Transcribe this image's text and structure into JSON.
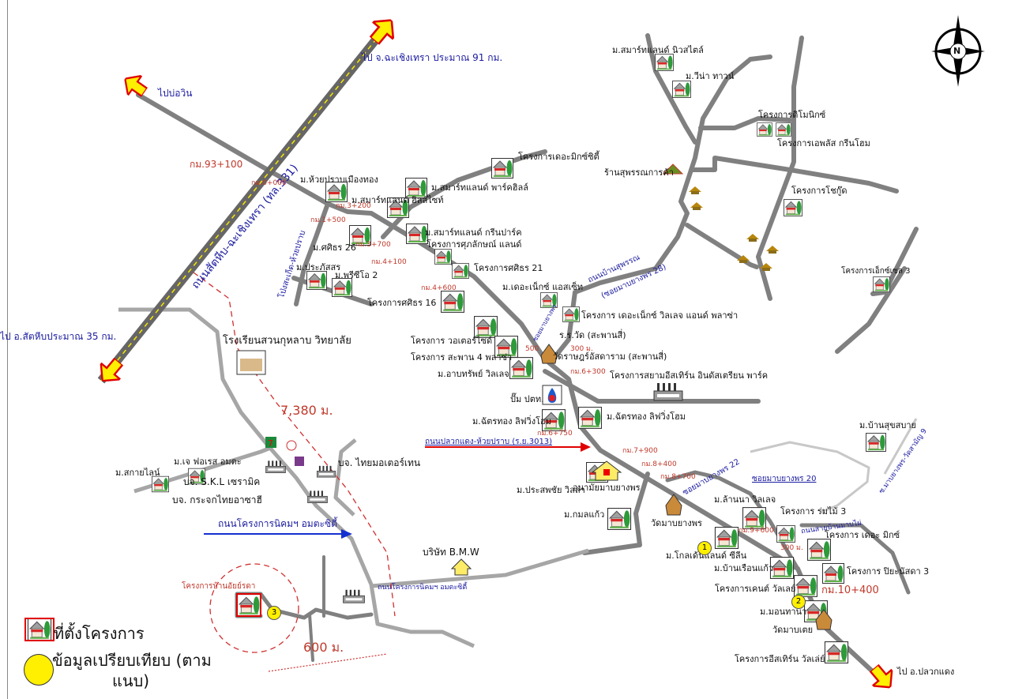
{
  "directions": {
    "to_chachoengsao": "ไป จ.ฉะเชิงเทรา ประมาณ 91 กม.",
    "to_bowin": "ไปบ่อวิน",
    "to_sattahip": "ไป อ.สัตหีบประมาณ 35 กม.",
    "to_pluak_daeng": "ไป อ.ปลวกแดง"
  },
  "roads": {
    "highway": "ถนนสัตหีบ-ฉะเชิงเทรา (ทล.331)",
    "pong": "โป่งสะเก็ด-ห้วยปราบ",
    "ban_suphan": "ถนนบ้านสุพรรณ",
    "soi28": "(ซอยมาบยางพร 28)",
    "pluak_daeng": "ถนนปลวกแดง-ห้วยปราบ (ร.ย.3013)",
    "soi22": "ซอยมาบยางพร 22",
    "soi20": "ซอยมาบยางพร 20",
    "soi9": "ซ.มาบยางพร-วัดสามัญ 9",
    "ban_map_phai": "ถนนสายบ้านมาบไผ่",
    "amata_1": "ถนนโครงการนิคมฯ อมตะซิตี้",
    "amata_2": "ถนนโครงการนิคมฯ อมตะซิตี้",
    "school_road": "ซอยมาบยางพร"
  },
  "km": [
    "กม.93+100",
    "กม.0+000",
    "กม.3+200",
    "กม.1+500",
    "กม.3+700",
    "กม.4+100",
    "กม.4+600",
    "500",
    "300 ม.",
    "กม.6+300",
    "กม.6+750",
    "กม.7+900",
    "กม.8+400",
    "กม.8+700",
    "กม.9+600",
    "300 ม.",
    "กม.10+400"
  ],
  "places": [
    "ม.ห้วยปราบเมืองทอง",
    "ม.สมาร์ทแลนด์ พาร์คฮิลล์",
    "ม.สมาร์ทแลนด์ ฮิลล์ไซท์",
    "ม.สมาร์ทแลนด์ กรีนปาร์ค",
    "โครงการศุภลักษณ์ แลนด์",
    "ม.ศศิธร 26",
    "โครงการศศิธร 21",
    "ม.ประภัสสร",
    "ม.พรีซีโอ 2",
    "โครงการศศิธร 16",
    "ม.เดอะเน็กซ์ แอสเซ็ท",
    "โครงการ เดอะเน็กซ์ วิลเลจ แอนด์ พลาซ่า",
    "ร.ร.วัด (สะพานสี่)",
    "วัดราษฎร์อัสดาราม (สะพานสี่)",
    "โครงการ วอเตอร์ไซด์",
    "โครงการ สะพาน 4 พลาซ่า",
    "ม.อาบทรัพย์ วิลเลจ",
    "โครงการสยามอีสเทิร์น อินดัสเตรียน พาร์ค",
    "ปั๊ม ปตท.",
    "ม.ฉัตรทอง ลิฟวิ่งโฮม",
    "ม.ฉัตรทอง ลิฟวิ่งโฮม",
    "ม.ประสพชัย วิลล่า",
    "อนามัยมาบยางพร",
    "ม.กมลแก้ว",
    "วัดมาบยางพร",
    "ม.ล้านนา วิลเลจ",
    "โครงการ ร่มไม้ 3",
    "โครงการ เดอะ มิกซ์",
    "ม.โกลเด้นแลนด์ ซีลีน",
    "ม.บ้านเรือนแก้ว",
    "โครงการ ปิยะนัสดา 3",
    "โครงการเคนต์ วัลเลย์",
    "ม.มอนทานา",
    "วัดมาบเตย",
    "โครงการอีสเทิร์น วัลเล่ย์",
    "ม.บ้านสุขสบาย",
    "ม.สมาร์ทแลนด์ นิวสไตล์",
    "ม.วีน่า ทาวน์",
    "โครงการดิโมนิกซ์",
    "โครงการเอพลัส กรีนโฮม",
    "ร้านสุพรรณการค้า",
    "โครงการโชกู๊ด",
    "โครงการเอ็กซ์เซล 3",
    "โครงการเดอะมิกซ์ซิตี้",
    "โรงเรียนสวนกุหลาบ วิทยาลัย",
    "ม.เจ ฟอเรส อมตะ",
    "ม.สกายไลน์",
    "บจ. S.K.L เซรามิค",
    "บจ. ไทยมอเตอร์เทน",
    "บจ. กระจกไทยอาซาฮี",
    "บริษัท B.M.W",
    "โครงการบ้านอัยย์รดา"
  ],
  "distances": {
    "school": "7,380 ม.",
    "project": "600 ม."
  },
  "markers": [
    "1",
    "2",
    "3"
  ],
  "compass": "N",
  "legend": {
    "project_location": "ที่ตั้งโครงการ",
    "comparison": "ข้อมูลเปรียบเทียบ (ตาม",
    "comparison_2": "แนบ)"
  },
  "colors": {
    "road": "#808080",
    "highway_dash": "#f5e600",
    "arrow": "#ffef00",
    "km": "#c0392b",
    "road_label": "#1a1aa0"
  }
}
